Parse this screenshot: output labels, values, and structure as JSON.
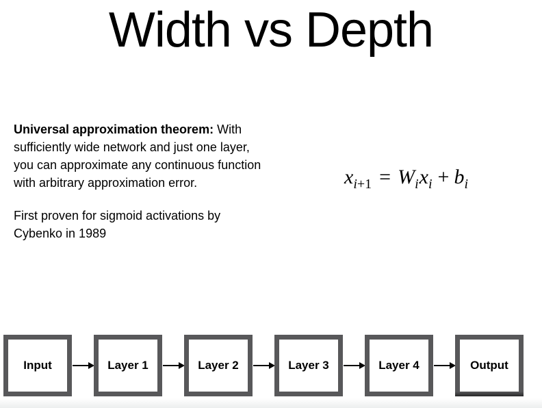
{
  "slide": {
    "title": "Width vs Depth"
  },
  "theorem": {
    "lead_bold": "Universal approximation theorem:",
    "lead_rest": " With",
    "lines": [
      "sufficiently wide network and just one layer,",
      "you can approximate any continuous function",
      "with arbitrary approximation error."
    ]
  },
  "note": {
    "lines": [
      "First proven for sigmoid activations by",
      "Cybenko in 1989"
    ]
  },
  "formula": {
    "x": "x",
    "sub_i": "i",
    "sub_plus_one": "+1",
    "equals": "=",
    "W": "W",
    "plus": "+",
    "b": "b"
  },
  "diagram": {
    "nodes": [
      {
        "label": "Input"
      },
      {
        "label": "Layer 1"
      },
      {
        "label": "Layer 2"
      },
      {
        "label": "Layer 3"
      },
      {
        "label": "Layer 4"
      },
      {
        "label": "Output"
      }
    ],
    "arrow_icon": "right-arrow"
  },
  "colors": {
    "background": "#ffffff",
    "text": "#000000",
    "box_border": "#58585a",
    "arrow": "#000000",
    "bottom_edge": "#eceeee"
  }
}
